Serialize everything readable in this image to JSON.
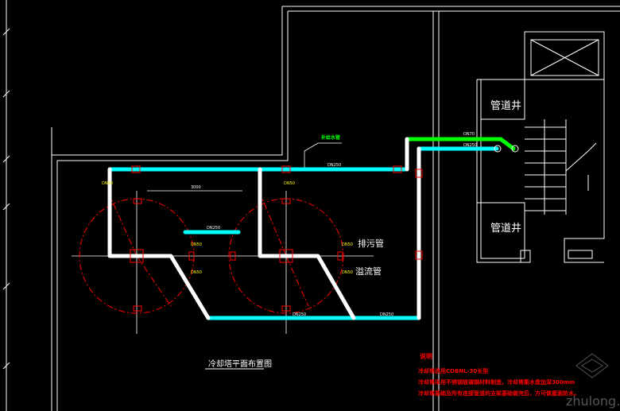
{
  "drawing": {
    "title": "冷却塔平面布置图",
    "labels": {
      "pipe_shaft_top": "管道井",
      "pipe_shaft_bottom": "管道井",
      "drain_pipe": "排污管",
      "overflow_pipe": "溢流管",
      "makeup_water_pipe": "补给水管"
    },
    "pipe_sizes": {
      "top_main": "DN250",
      "riser_green": "DN70",
      "riser_cyan": "DN250",
      "bottom_main_left": "DN250",
      "bottom_main_right": "DN250",
      "short_pipe": "DN250",
      "dim_span": "3000"
    },
    "small_tags": [
      "DN50",
      "DN50",
      "DN50",
      "DN50",
      "DN50",
      "DN50"
    ],
    "notes": {
      "heading": "说明",
      "lines": [
        "冷却塔选用CDBNL-30长型",
        "冷却塔采用不锈钢玻璃钢材料制造，冷却塔集水盘加深300mm",
        "冷却塔基础及所有连接管道的支架基础做完后，方可做屋面防水。"
      ]
    },
    "watermark": "zhulong.com",
    "colors": {
      "supply": "#00ffff",
      "return": "#ffffff",
      "makeup": "#00ff00",
      "annotation": "#ff0000"
    }
  }
}
